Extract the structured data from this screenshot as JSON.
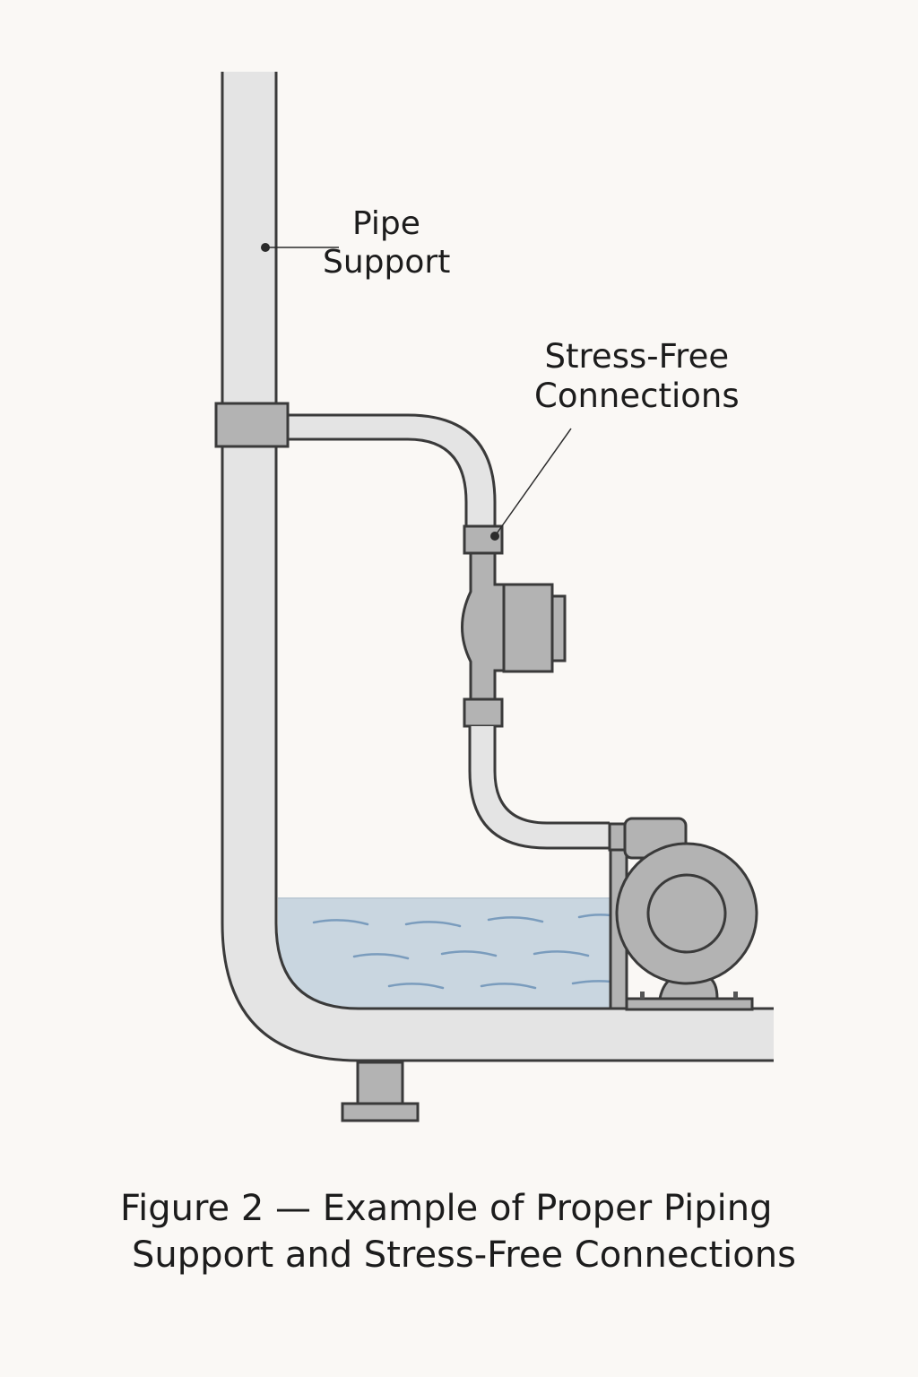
{
  "figure": {
    "caption_line1": "Figure 2 — Example of Proper Piping",
    "caption_line2": "Support and Stress-Free Connections"
  },
  "labels": {
    "pipe_support_line1": "Pipe",
    "pipe_support_line2": "Support",
    "stress_free_line1": "Stress-Free",
    "stress_free_line2": "Connections"
  },
  "components": [
    "vertical-pipe",
    "pipe-clamp",
    "horizontal-branch-pipe",
    "upper-flange-connector",
    "inline-circulator-pump",
    "lower-flange-connector",
    "pump-inlet-pipe",
    "centrifugal-pump",
    "water-basin",
    "base-pipe",
    "pipe-support-stand"
  ],
  "colors": {
    "background": "#faf8f5",
    "pipe_fill": "#e4e4e4",
    "metal_fill": "#b3b3b3",
    "outline": "#3a3a3a",
    "water_fill": "#c9d6e0",
    "wave": "#7a9cbd",
    "text": "#1c1c1c"
  }
}
